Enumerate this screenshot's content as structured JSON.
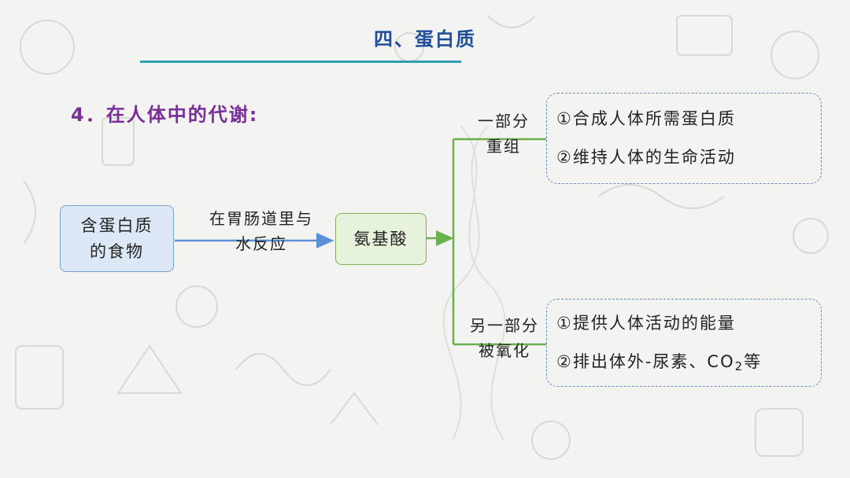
{
  "title": "四、蛋白质",
  "subtitle": "4．在人体中的代谢:",
  "food_box": {
    "line1": "含蛋白质",
    "line2": "的食物"
  },
  "process_label": {
    "line1": "在胃肠道里与",
    "line2": "水反应"
  },
  "amino_box": "氨基酸",
  "branch_top_label": {
    "line1": "一部分",
    "line2": "重组"
  },
  "branch_bottom_label": {
    "line1": "另一部分",
    "line2": "被氧化"
  },
  "outcome_top": {
    "item1": "①合成人体所需蛋白质",
    "item2": "②维持人体的生命活动"
  },
  "outcome_bottom": {
    "item1": "①提供人体活动的能量",
    "item2_prefix": "②排出体外-尿素、CO",
    "item2_sub": "2",
    "item2_suffix": "等"
  },
  "colors": {
    "title": "#1f4e9a",
    "title_rule": "#2aa0b0",
    "subtitle": "#7a2e9a",
    "connector": "#6ab04c",
    "arrow_blue": "#5b8fd6"
  }
}
